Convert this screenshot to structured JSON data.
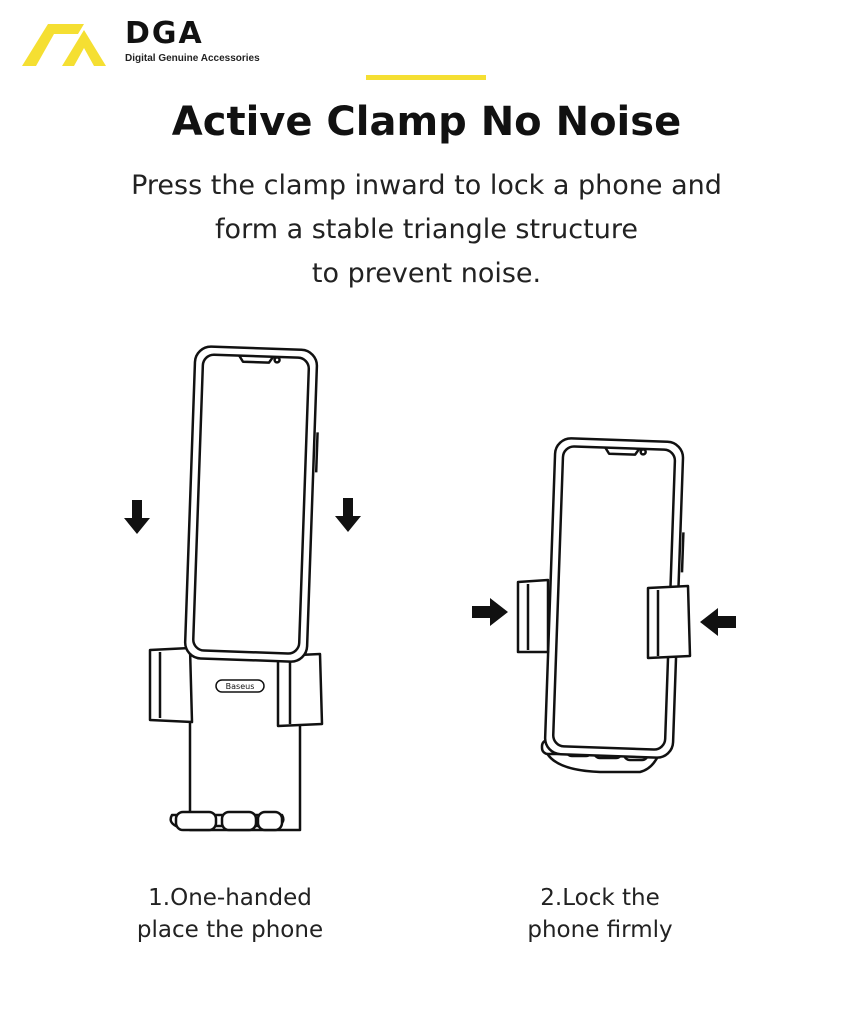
{
  "brand": {
    "name": "DGA",
    "tagline": "Digital Genuine Accessories",
    "accent_color": "#f5df32"
  },
  "headline": "Active Clamp No Noise",
  "subtext_lines": [
    "Press the clamp inward to lock a phone and",
    "form a stable triangle structure",
    "to prevent noise."
  ],
  "illustration": {
    "holder_label": "Baseus"
  },
  "steps": [
    {
      "lines": [
        "1.One-handed",
        "place the phone"
      ],
      "arrow_icon": "arrow-down-icon"
    },
    {
      "lines": [
        "2.Lock the",
        "phone firmly"
      ],
      "arrow_icon": "arrow-inward-icon"
    }
  ]
}
